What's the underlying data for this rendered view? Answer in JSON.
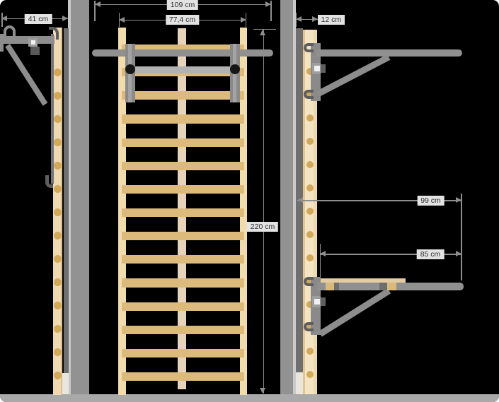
{
  "figure": {
    "kind": "technical dimension diagram",
    "subject": "wall bars (stall bars) with pull-up bar and fold-out bench shown in three views"
  },
  "labels": {
    "arm_offset": "41 cm",
    "total_width": "109 cm",
    "inner_width": "77,4 cm",
    "wall_depth": "12 cm",
    "frame_height": "220 cm",
    "upper_reach": "99 cm",
    "bench_reach": "85 cm"
  },
  "structure": {
    "rung_count": 15,
    "left_post_hole_count": 14,
    "right_post_hole_count": 14,
    "knob_count": 2
  },
  "colors": {
    "background": "#000000",
    "floor": "#a9a9a9",
    "wall": "#929292",
    "wall_edge": "#c9c9c9",
    "rail": "#6f6f6f",
    "rail_foot": "#e9e6de",
    "wood_post": "#eed9b1",
    "wood_frame": "#f1dcae",
    "wood_center": "#e6d3b9",
    "wood_rung": "#dcba7c",
    "hole": "#d2a85a",
    "board": "#e3cba2",
    "cleat": "#d9b97e",
    "metal": "#909090",
    "metal_bracket": "#8a8a8a",
    "metal_light": "#b2b2b2",
    "metal_dark": "#5e5e5e",
    "clamp_light": "#9e9e9e",
    "clamp_dark": "#5a5a5a",
    "bolt": "#f2f2f2",
    "knob": "#161616",
    "dim": "#8e8e8e",
    "label_bg": "#e3e3e3",
    "label_text": "#2e2e2e"
  }
}
